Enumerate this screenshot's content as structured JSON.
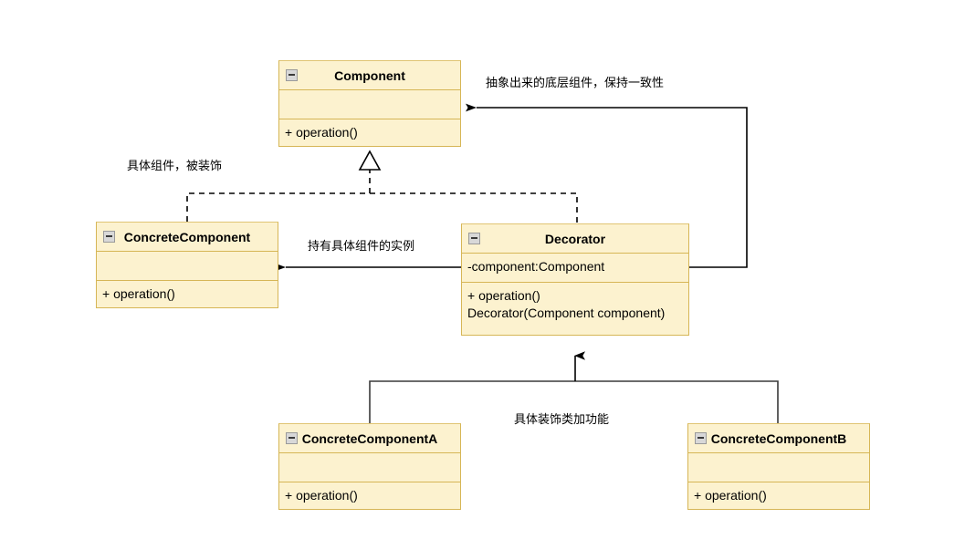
{
  "diagram": {
    "title": "Decorator Pattern Class Diagram",
    "type": "uml-class-diagram",
    "background_color": "#ffffff",
    "class_fill_color": "#fcf2cf",
    "class_border_color": "#d6b656",
    "edge_color": "#000000"
  },
  "classes": [
    {
      "id": "component",
      "name": "Component",
      "collapse_icon": "collapse-minus-icon",
      "attributes": "",
      "operations": "+ operation()"
    },
    {
      "id": "concrete-component",
      "name": "ConcreteComponent",
      "collapse_icon": "collapse-minus-icon",
      "attributes": "",
      "operations": "+ operation()"
    },
    {
      "id": "decorator",
      "name": "Decorator",
      "collapse_icon": "collapse-minus-icon",
      "attributes": "-component:Component",
      "operations": "+ operation()\nDecorator(Component component)"
    },
    {
      "id": "concrete-component-a",
      "name": "ConcreteComponentA",
      "collapse_icon": "collapse-minus-icon",
      "attributes": "",
      "operations": "+ operation()"
    },
    {
      "id": "concrete-component-b",
      "name": "ConcreteComponentB",
      "collapse_icon": "collapse-minus-icon",
      "attributes": "",
      "operations": "+ operation()"
    }
  ],
  "edge_labels": {
    "component_note": "抽象出来的底层组件，保持一致性",
    "concrete_component_note": "具体组件，被装饰",
    "holds_instance_note": "持有具体组件的实例",
    "decorator_subclass_note": "具体装饰类加功能"
  },
  "relations": [
    {
      "from": "concrete-component",
      "to": "component",
      "type": "realization",
      "line": "dashed",
      "arrow": "hollow-triangle"
    },
    {
      "from": "decorator",
      "to": "component",
      "type": "realization",
      "line": "dashed",
      "arrow": "hollow-triangle"
    },
    {
      "from": "decorator",
      "to": "component",
      "type": "association",
      "line": "solid",
      "arrow": "open-filled-arrow"
    },
    {
      "from": "decorator",
      "to": "concrete-component",
      "type": "association",
      "line": "solid",
      "arrow": "open-filled-arrow"
    },
    {
      "from": "concrete-component-a",
      "to": "decorator",
      "type": "generalization",
      "line": "solid",
      "arrow": "filled-arrow"
    },
    {
      "from": "concrete-component-b",
      "to": "decorator",
      "type": "generalization",
      "line": "solid",
      "arrow": "filled-arrow"
    }
  ]
}
